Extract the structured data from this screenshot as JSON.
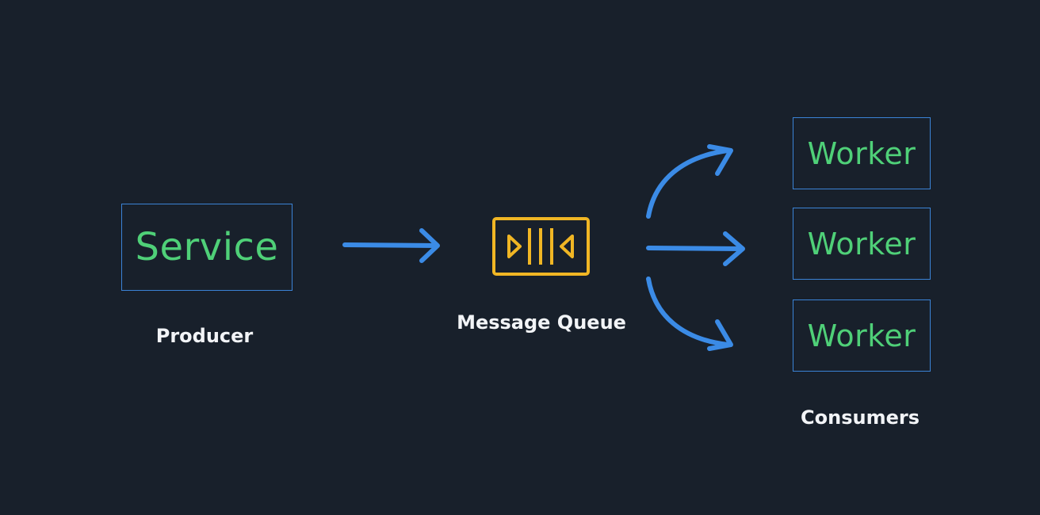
{
  "producer": {
    "box_label": "Service",
    "caption": "Producer"
  },
  "queue": {
    "caption": "Message Queue"
  },
  "consumers": {
    "workers": [
      {
        "label": "Worker"
      },
      {
        "label": "Worker"
      },
      {
        "label": "Worker"
      }
    ],
    "caption": "Consumers"
  },
  "colors": {
    "background": "#18202b",
    "box_border": "#3b83d6",
    "box_text": "#4fd078",
    "arrow": "#3b8be6",
    "queue": "#f0b624",
    "caption": "#f2f4f7"
  },
  "icons": {
    "queue": "message-queue-icon",
    "arrow": "arrow-icon"
  }
}
